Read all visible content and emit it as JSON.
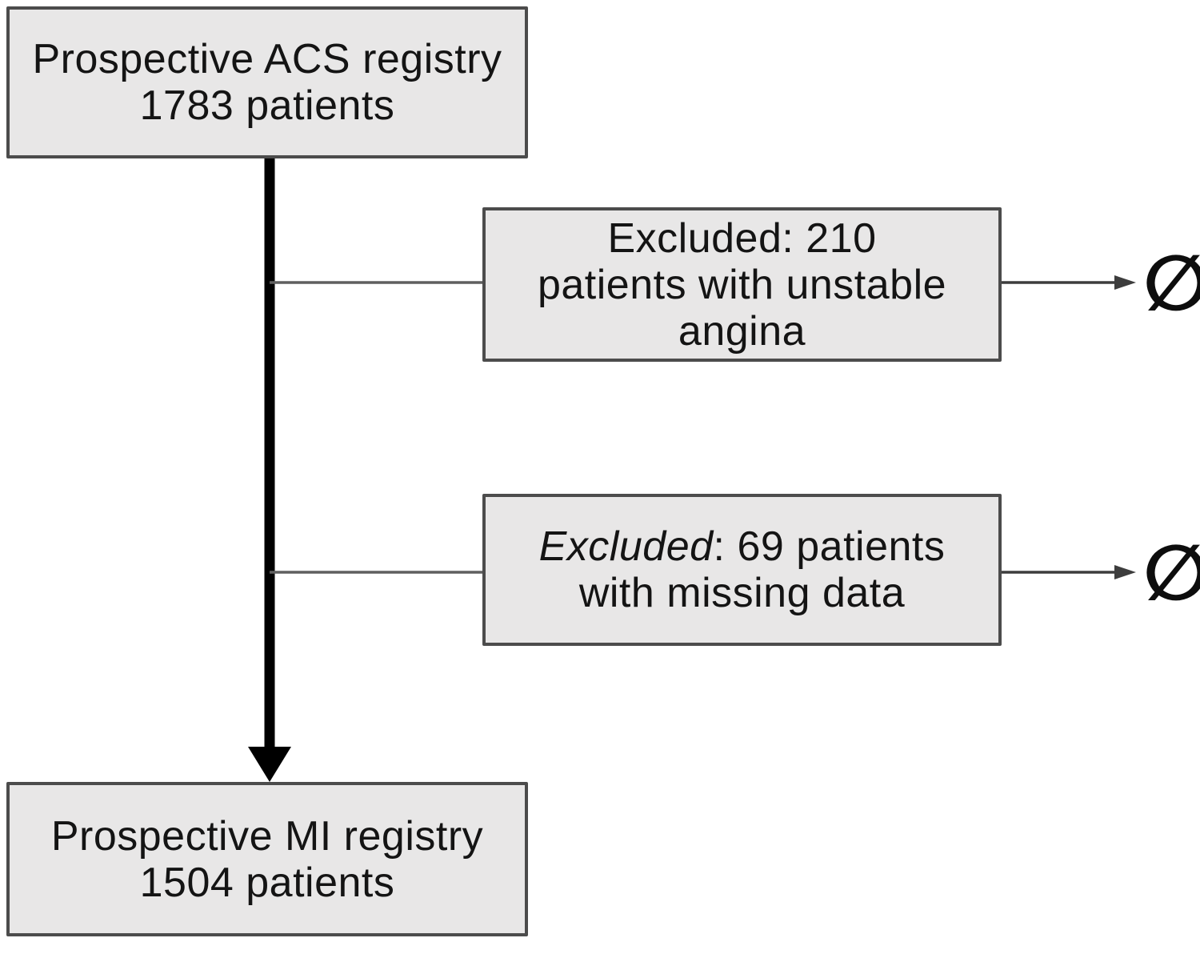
{
  "figure": {
    "kind": "patient-flow-diagram"
  },
  "boxes": {
    "acs_registry": {
      "lines": [
        "Prospective ACS registry",
        "1783 patients"
      ]
    },
    "excluded_unstable_angina": {
      "lines": [
        "Excluded: 210",
        "patients with unstable",
        "angina"
      ]
    },
    "excluded_missing_data": {
      "line1_italic": "Excluded",
      "line1_rest": ": 69 patients",
      "line2": "with missing data"
    },
    "mi_registry": {
      "lines": [
        "Prospective MI registry",
        "1504 patients"
      ]
    }
  },
  "symbols": {
    "empty_set": "∅"
  },
  "colors": {
    "box_fill": "#e8e7e7",
    "box_border": "#4c4c4c",
    "connector_line": "#5f5f5f",
    "main_arrow": "#000000",
    "exit_arrow": "#3d3d3d",
    "text": "#141414"
  }
}
